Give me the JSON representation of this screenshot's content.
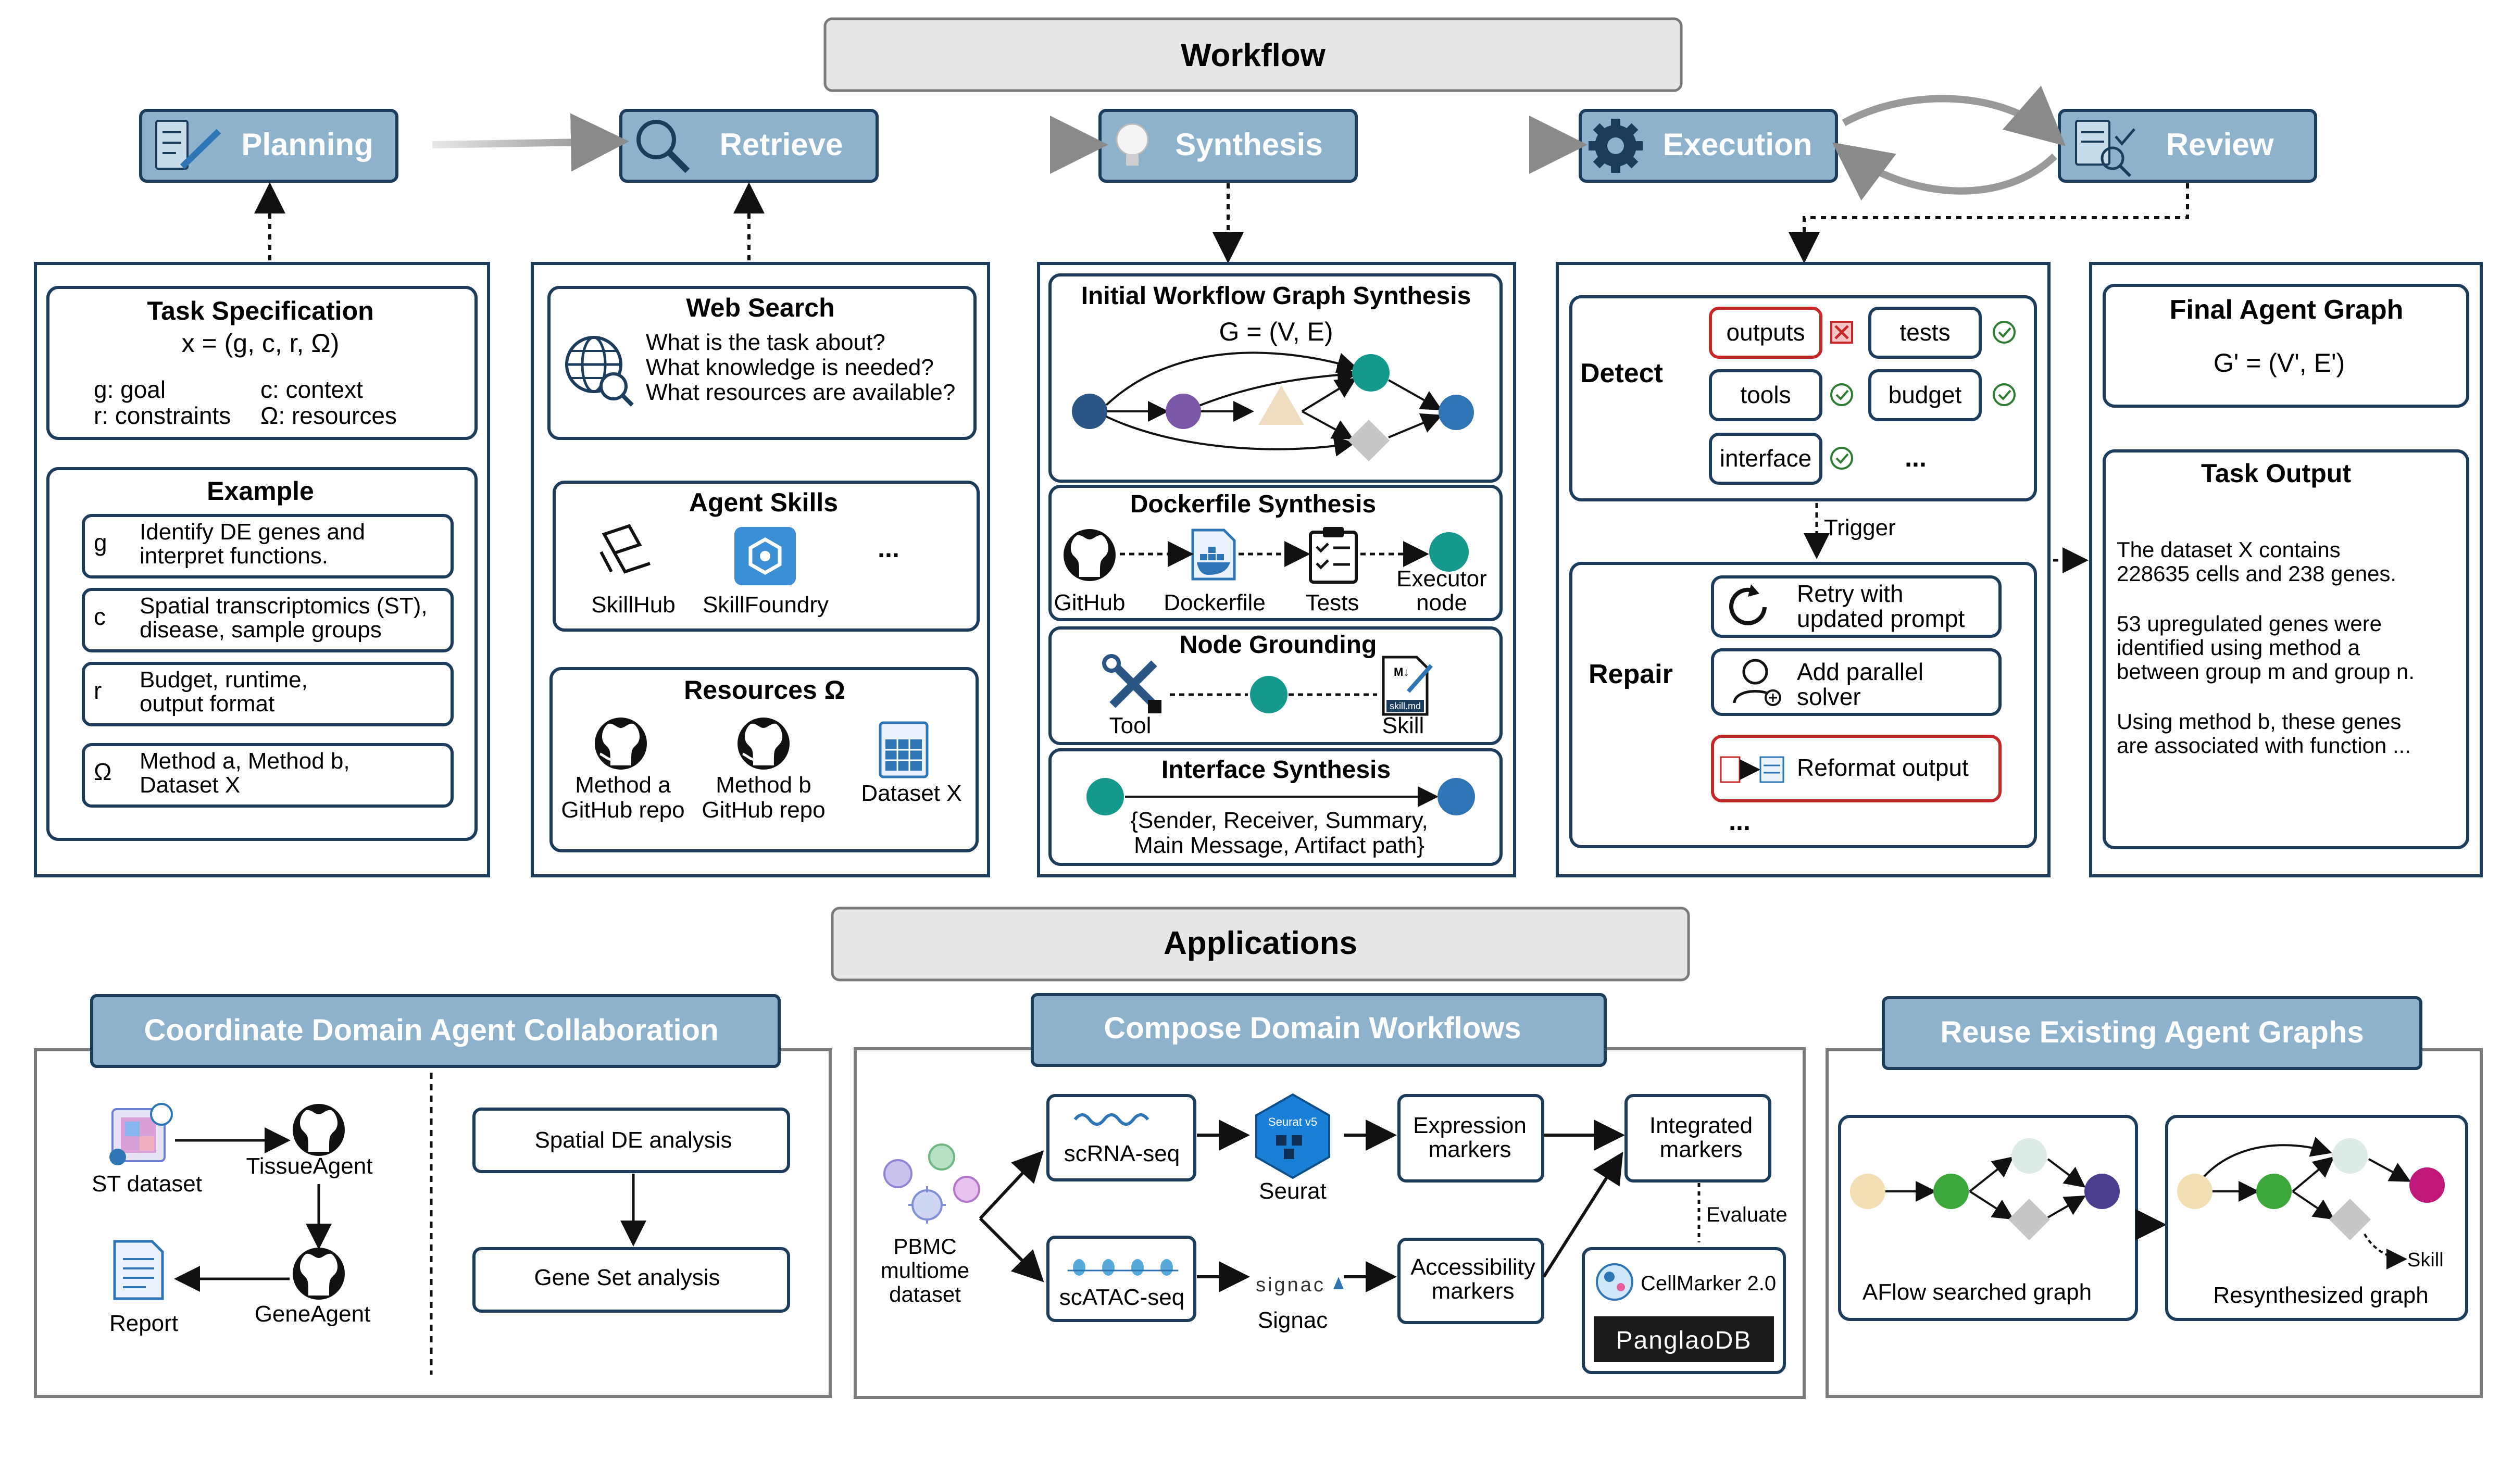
{
  "workflow": {
    "banner": "Workflow",
    "stages": [
      {
        "label": "Planning",
        "icon": "planning-icon"
      },
      {
        "label": "Retrieve",
        "icon": "magnifier-icon"
      },
      {
        "label": "Synthesis",
        "icon": "lightbulb-icon"
      },
      {
        "label": "Execution",
        "icon": "gear-icon"
      },
      {
        "label": "Review",
        "icon": "review-report-icon"
      }
    ]
  },
  "planning": {
    "task_spec": {
      "title": "Task Specification",
      "formula": "x = (g, c, r, Ω)",
      "legend": [
        "g: goal",
        "c: context",
        "r: constraints",
        "Ω: resources"
      ]
    },
    "example": {
      "title": "Example",
      "rows": [
        {
          "key": "g",
          "lines": [
            "Identify DE genes and",
            "interpret functions."
          ]
        },
        {
          "key": "c",
          "lines": [
            "Spatial transcriptomics (ST),",
            "disease, sample groups"
          ]
        },
        {
          "key": "r",
          "lines": [
            "Budget, runtime,",
            "output format"
          ]
        },
        {
          "key": "Ω",
          "lines": [
            "Method a, Method b,",
            "Dataset X"
          ]
        }
      ]
    }
  },
  "retrieve": {
    "web_search": {
      "title": "Web Search",
      "questions": [
        "What is the task about?",
        "What knowledge is needed?",
        "What resources are available?"
      ],
      "icon": "globe-search-icon"
    },
    "agent_skills": {
      "title": "Agent Skills",
      "items": [
        "SkillHub",
        "SkillFoundry"
      ],
      "more": "..."
    },
    "resources": {
      "title": "Resources Ω",
      "items": [
        {
          "lines": [
            "Method a",
            "GitHub repo"
          ],
          "icon": "github-icon"
        },
        {
          "lines": [
            "Method b",
            "GitHub repo"
          ],
          "icon": "github-icon"
        },
        {
          "lines": [
            "Dataset X"
          ],
          "icon": "spreadsheet-icon"
        }
      ]
    }
  },
  "synthesis": {
    "graph": {
      "title": "Initial Workflow Graph Synthesis",
      "formula": "G = (V, E)"
    },
    "dockerfile": {
      "title": "Dockerfile Synthesis",
      "items": [
        "GitHub",
        "Dockerfile",
        "Tests"
      ],
      "executor_lines": [
        "Executor",
        "node"
      ]
    },
    "grounding": {
      "title": "Node Grounding",
      "items": [
        "Tool",
        "Skill"
      ],
      "skill_tag": "skill.md"
    },
    "interface": {
      "title": "Interface Synthesis",
      "lines": [
        "{Sender, Receiver, Summary,",
        "Main Message, Artifact path}"
      ]
    }
  },
  "execution": {
    "detect": {
      "title": "Detect",
      "checks": [
        {
          "label": "outputs",
          "status": "fail"
        },
        {
          "label": "tests",
          "status": "pass"
        },
        {
          "label": "tools",
          "status": "pass"
        },
        {
          "label": "budget",
          "status": "pass"
        },
        {
          "label": "interface",
          "status": "pass"
        }
      ],
      "more": "..."
    },
    "trigger": "Trigger",
    "repair": {
      "title": "Repair",
      "actions": [
        {
          "lines": [
            "Retry with",
            "updated prompt"
          ],
          "icon": "retry-icon"
        },
        {
          "lines": [
            "Add parallel",
            "solver"
          ],
          "icon": "add-user-icon"
        },
        {
          "lines": [
            "Reformat output"
          ],
          "icon": "reformat-icon"
        }
      ],
      "more": "..."
    }
  },
  "review": {
    "final_graph": {
      "title": "Final Agent Graph",
      "formula": "G' = (V', E')"
    },
    "task_output": {
      "title": "Task Output",
      "paragraphs": [
        [
          "The dataset X contains",
          "228635 cells and 238 genes."
        ],
        [
          "53 upregulated genes were",
          "identified using method a",
          "between group m and group n."
        ],
        [
          "Using method b, these genes",
          "are associated with function ..."
        ]
      ]
    }
  },
  "applications": {
    "banner": "Applications",
    "coordinate": {
      "title": "Coordinate Domain Agent Collaboration",
      "labels": {
        "st_dataset": "ST dataset",
        "tissue_agent": "TissueAgent",
        "report": "Report",
        "gene_agent": "GeneAgent"
      },
      "steps": [
        "Spatial DE analysis",
        "Gene Set analysis"
      ]
    },
    "compose": {
      "title": "Compose Domain Workflows",
      "source_lines": [
        "PBMC",
        "multiome",
        "dataset"
      ],
      "scrna": "scRNA-seq",
      "scatac": "scATAC-seq",
      "seurat": "Seurat",
      "seurat_badge": "Seurat v5",
      "signac": "Signac",
      "signac_logo": "signac",
      "expression_lines": [
        "Expression",
        "markers"
      ],
      "accessibility_lines": [
        "Accessibility",
        "markers"
      ],
      "integrated_lines": [
        "Integrated",
        "markers"
      ],
      "evaluate": "Evaluate",
      "cellmarker": "CellMarker 2.0",
      "panglao": "PanglaoDB"
    },
    "reuse": {
      "title": "Reuse Existing Agent Graphs",
      "aflow": "AFlow searched graph",
      "resynth": "Resynthesized graph",
      "skill": "Skill"
    }
  },
  "colors": {
    "navy": "#1c3c5c",
    "banner_blue": "#8eb2cc",
    "node_blue": "#2e75b6",
    "node_teal": "#14998c",
    "node_purple": "#7b57a8",
    "node_peach": "#f0dcc0",
    "node_green": "#3ca83c",
    "node_indigo": "#4a3d8f",
    "node_magenta": "#c0187a",
    "fail_red": "#c62828",
    "pass_green": "#2e7d32"
  }
}
